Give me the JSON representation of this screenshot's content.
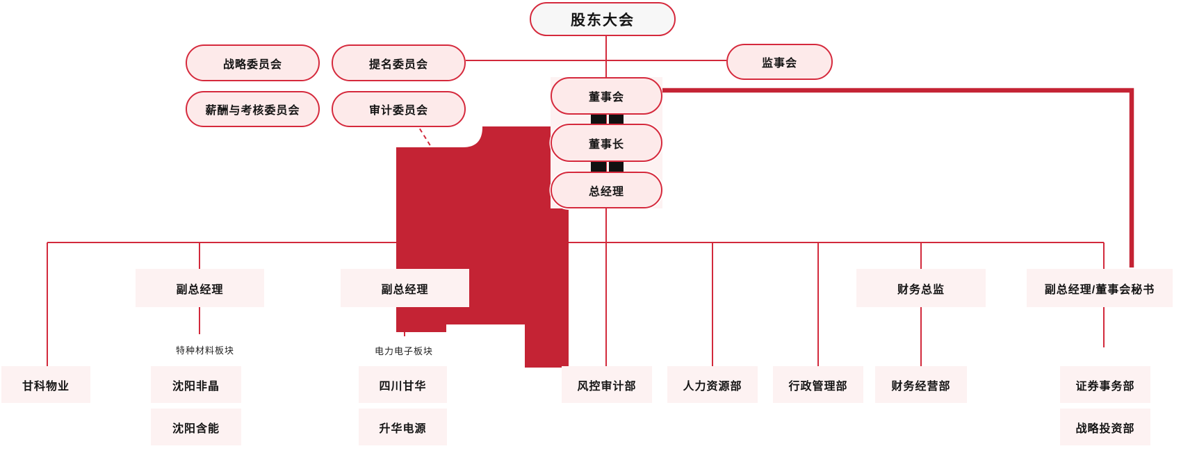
{
  "nodes": {
    "shareholders": "股东大会",
    "strategy_committee": "战略委员会",
    "nomination_committee": "提名委员会",
    "supervisory_board": "监事会",
    "compensation_committee": "薪酬与考核委员会",
    "audit_committee": "审计委员会",
    "board": "董事会",
    "chairman": "董事长",
    "general_manager": "总经理",
    "vp_materials": "副总经理",
    "vp_power": "副总经理",
    "cfo": "财务总监",
    "vp_board_secretary": "副总经理/董事会秘书",
    "ganke_property": "甘科物业",
    "shenyang_feijing": "沈阳非晶",
    "shenyang_hanneng": "沈阳含能",
    "sichuan_ganhua": "四川甘华",
    "shenghua_power": "升华电源",
    "risk_audit_dept": "风控审计部",
    "hr_dept": "人力资源部",
    "admin_dept": "行政管理部",
    "finance_operations_dept": "财务经营部",
    "securities_affairs_dept": "证券事务部",
    "strategic_investment_dept": "战略投资部"
  },
  "group_labels": {
    "special_materials": "特种材料板块",
    "power_electronics": "电力电子板块"
  },
  "colors": {
    "line_red": "#d2293b",
    "border_red": "#d5293c",
    "fill_pink": "#fdeaea",
    "backdrop_pink": "#fdf2f2",
    "blob_red": "#c42334",
    "title_fill": "#f7f7f7",
    "text": "#141414",
    "mark_black": "#111111"
  }
}
